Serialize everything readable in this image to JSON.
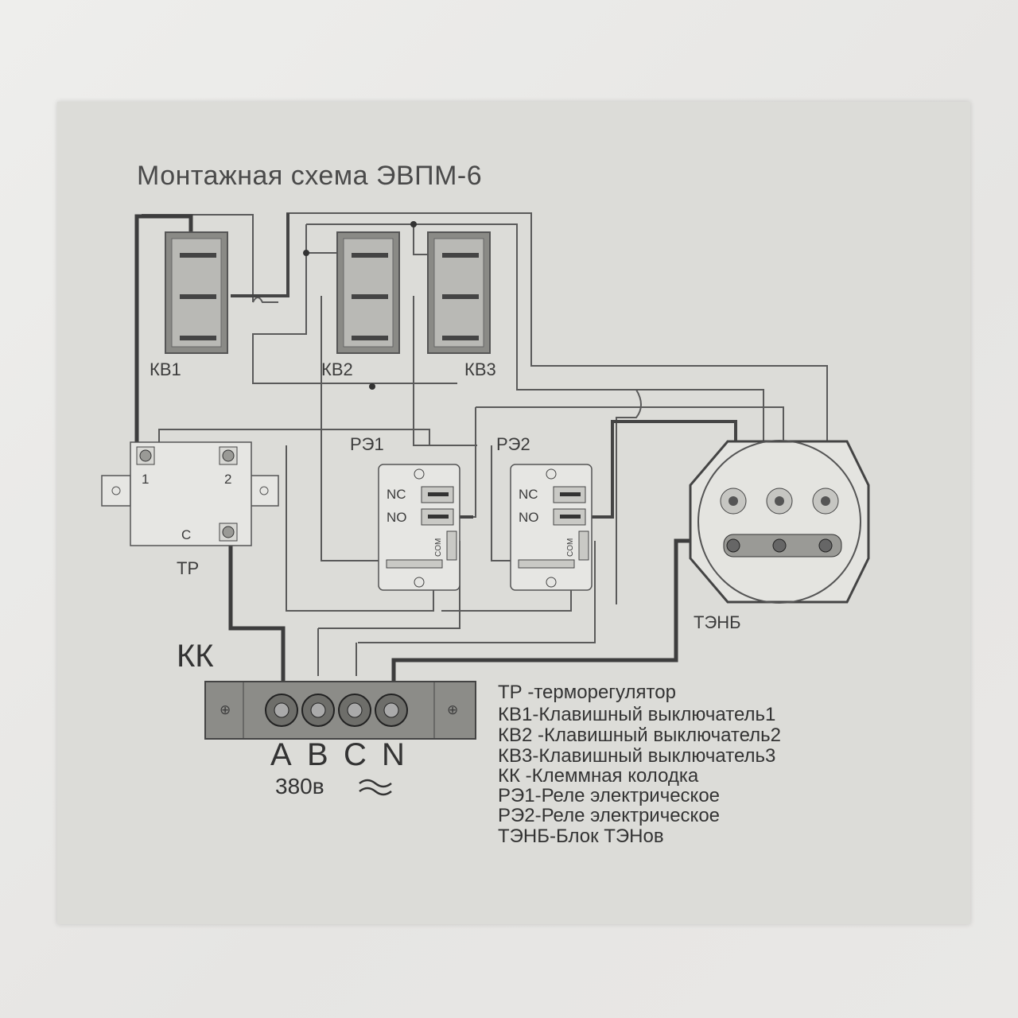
{
  "title": "Монтажная схема ЭВПМ-6",
  "switches": [
    {
      "label": "КВ1"
    },
    {
      "label": "КВ2"
    },
    {
      "label": "КВ3"
    }
  ],
  "relays": [
    {
      "label": "РЭ1",
      "nc": "NC",
      "no": "NO",
      "com": "COM"
    },
    {
      "label": "РЭ2",
      "nc": "NC",
      "no": "NO",
      "com": "COM"
    }
  ],
  "thermostat": {
    "label": "ТР",
    "terminal_1": "1",
    "terminal_2": "2",
    "terminal_c": "C"
  },
  "heater_block": {
    "label": "ТЭНБ"
  },
  "terminal_block": {
    "label": "КК",
    "phases": [
      "A",
      "B",
      "C",
      "N"
    ],
    "voltage": "380в"
  },
  "legend": [
    "ТР  -терморегулятор",
    "КВ1-Клавишный выключатель1",
    "КВ2 -Клавишный выключатель2",
    "КВ3-Клавишный выключатель3",
    "КК   -Клеммная колодка",
    "РЭ1-Реле электрическое",
    "РЭ2-Реле электрическое",
    "ТЭНБ-Блок ТЭНов"
  ],
  "colors": {
    "paper": "#dcdcd8",
    "ink": "#3c3c3c",
    "switch": "#8a8a86"
  }
}
